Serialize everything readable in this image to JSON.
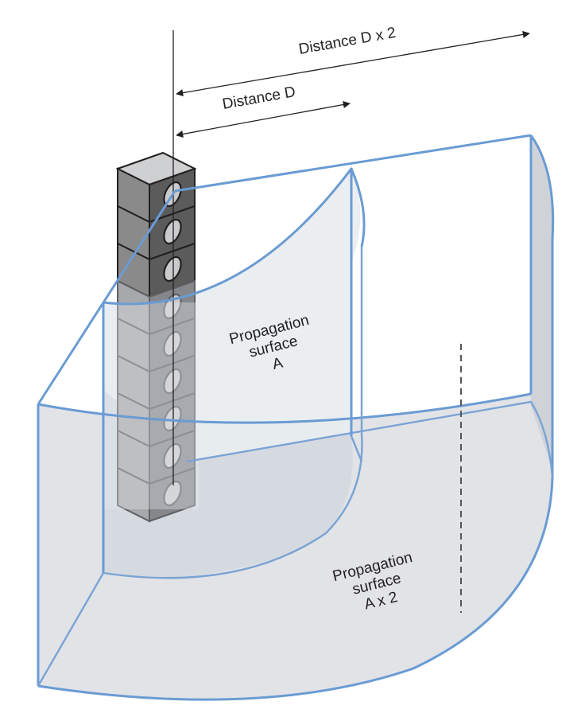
{
  "diagram": {
    "title": "Line array propagation surfaces",
    "labels": {
      "distance_d": "Distance D",
      "distance_2d": "Distance D x 2",
      "surface_a_line1": "Propagation",
      "surface_a_line2": "surface",
      "surface_a_line3": "A",
      "surface_2a_line1": "Propagation",
      "surface_2a_line2": "surface",
      "surface_2a_line3": "A x 2"
    },
    "speaker_column": {
      "cabinet_count": 9,
      "visible_above_surface": 3
    },
    "colors": {
      "surface_edge": "#6a9bd3",
      "surface_fill": "#dfe2e6",
      "inner_fill": "#e8ecf0",
      "cabinet_dark": "#5b5b5b",
      "cabinet_mid": "#8a8a8a",
      "cabinet_top": "#cfd0d1",
      "text": "#231f20"
    }
  }
}
